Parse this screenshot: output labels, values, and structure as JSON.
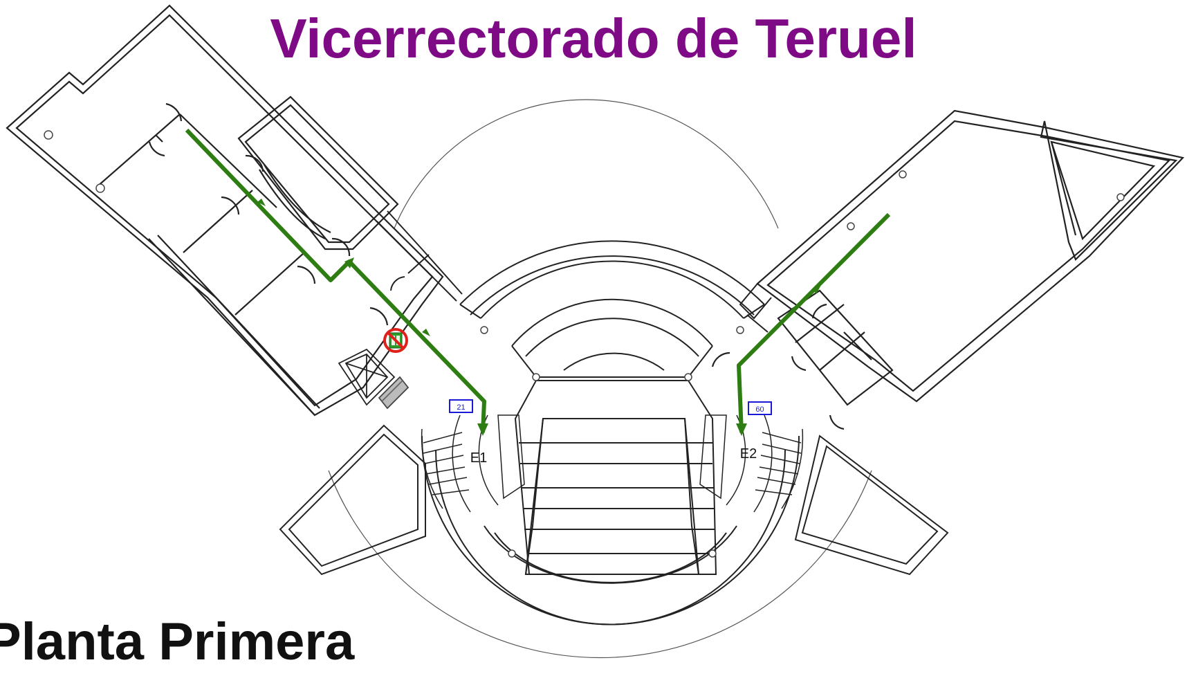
{
  "title": "Vicerrectorado de Teruel",
  "floor_label": "Planta Primera",
  "stairs": [
    {
      "label": "E1"
    },
    {
      "label": "E2"
    }
  ],
  "capacity_badges": [
    {
      "value": "21"
    },
    {
      "value": "60"
    }
  ],
  "icons": {
    "no_elevator_sign": "no-elevator-icon"
  },
  "colors": {
    "title": "#7f0a86",
    "evacuation_route": "#2e7d12",
    "badge_border": "#1a1ad6",
    "prohibition": "#e0201a",
    "walls": "#222222"
  }
}
